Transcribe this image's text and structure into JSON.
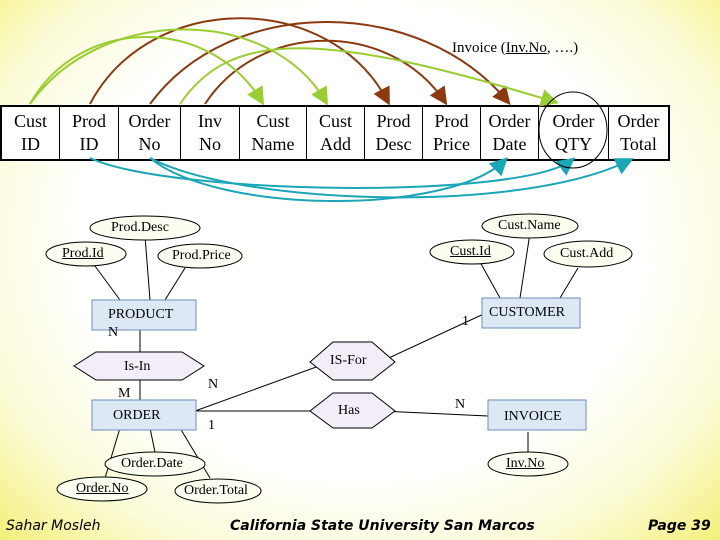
{
  "title": {
    "relation": "Invoice",
    "key": "Inv.No",
    "rest": ", ….)"
  },
  "header": [
    {
      "id": "cust-id",
      "l1": "Cust",
      "l2": "ID"
    },
    {
      "id": "prod-id",
      "l1": "Prod",
      "l2": "ID"
    },
    {
      "id": "order-no",
      "l1": "Order",
      "l2": "No"
    },
    {
      "id": "inv-no",
      "l1": "Inv",
      "l2": "No"
    },
    {
      "id": "cust-name",
      "l1": "Cust",
      "l2": "Name"
    },
    {
      "id": "cust-add",
      "l1": "Cust",
      "l2": "Add"
    },
    {
      "id": "prod-desc",
      "l1": "Prod",
      "l2": "Desc"
    },
    {
      "id": "prod-price",
      "l1": "Prod",
      "l2": "Price"
    },
    {
      "id": "order-date",
      "l1": "Order",
      "l2": "Date"
    },
    {
      "id": "order-qty",
      "l1": "Order",
      "l2": "QTY"
    },
    {
      "id": "order-total",
      "l1": "Order",
      "l2": "Total"
    }
  ],
  "attributes": {
    "prod_desc": "Prod.Desc",
    "prod_id": "Prod.Id",
    "prod_price": "Prod.Price",
    "cust_name": "Cust.Name",
    "cust_id": "Cust.Id",
    "cust_add": "Cust.Add",
    "order_date": "Order.Date",
    "order_no": "Order.No",
    "order_total": "Order.Total",
    "inv_no": "Inv.No"
  },
  "entities": {
    "product": "PRODUCT",
    "order": "ORDER",
    "customer": "CUSTOMER",
    "invoice": "INVOICE"
  },
  "relationships": {
    "is_in": "Is-In",
    "is_for": "IS-For",
    "has": "Has"
  },
  "cardinalities": {
    "product_n": "N",
    "order_m": "M",
    "is_in_n": "N",
    "order_1": "1",
    "customer_1": "1",
    "invoice_n": "N"
  },
  "footer": {
    "author": "Sahar Mosleh",
    "university": "California State University San Marcos",
    "page": "Page 39"
  },
  "colors": {
    "arrow_brown": "#8b3a0f",
    "arrow_green": "#9acd32",
    "arrow_cyan": "#1aa6b7",
    "entity_fill": "#dce9f5",
    "relationship_fill": "#f2edf7",
    "attribute_fill": "#fafff0",
    "border_yellow": "#f3f07a"
  }
}
